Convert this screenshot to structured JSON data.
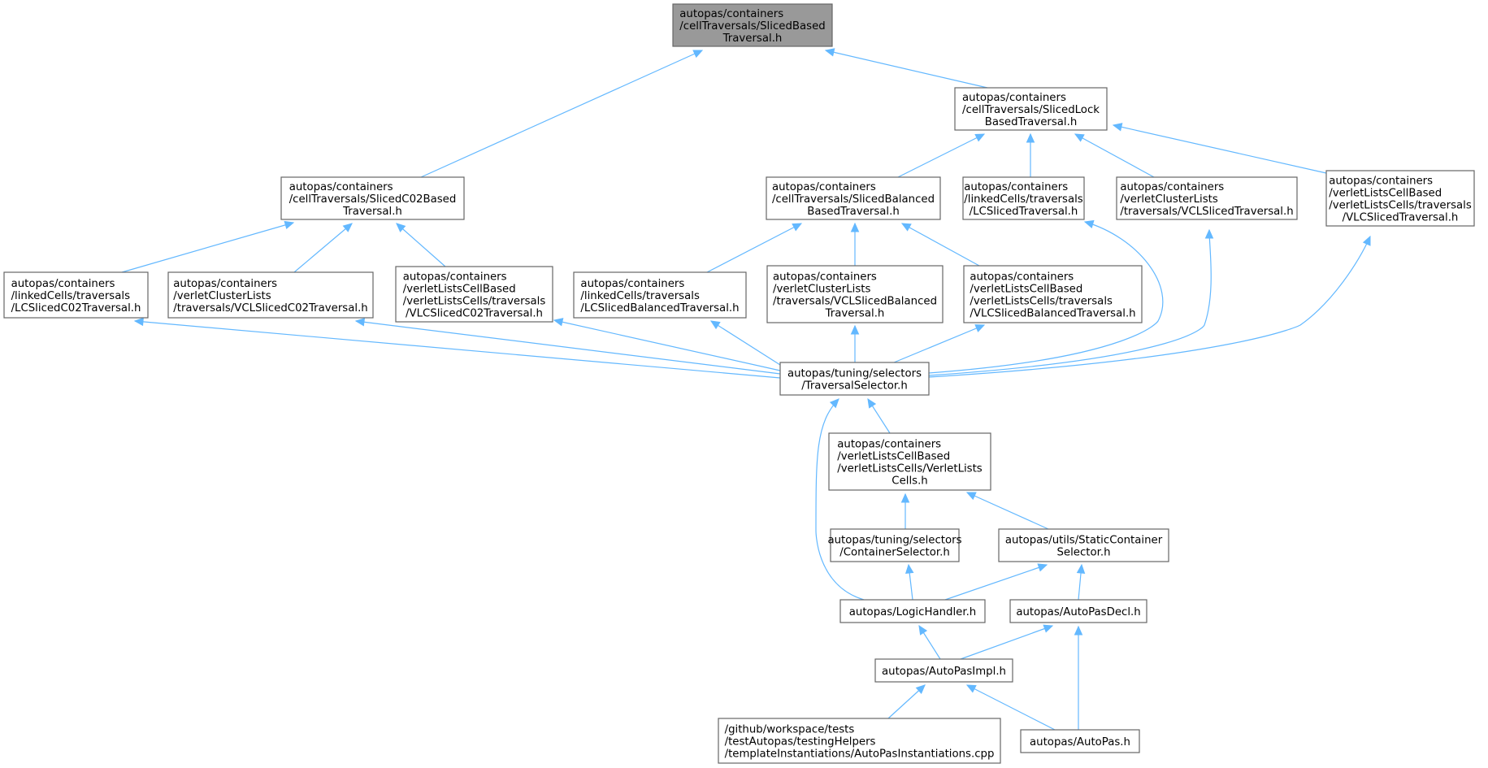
{
  "graph": {
    "nodes": [
      {
        "id": "sliced_based",
        "highlight": true,
        "lines": [
          "autopas/containers",
          "/cellTraversals/SlicedBased",
          "Traversal.h"
        ]
      },
      {
        "id": "sliced_lock",
        "lines": [
          "autopas/containers",
          "/cellTraversals/SlicedLock",
          "BasedTraversal.h"
        ]
      },
      {
        "id": "sliced_c02",
        "lines": [
          "autopas/containers",
          "/cellTraversals/SlicedC02Based",
          "Traversal.h"
        ]
      },
      {
        "id": "sliced_balanced",
        "lines": [
          "autopas/containers",
          "/cellTraversals/SlicedBalanced",
          "BasedTraversal.h"
        ]
      },
      {
        "id": "lc_sliced",
        "lines": [
          "autopas/containers",
          "/linkedCells/traversals",
          "/LCSlicedTraversal.h"
        ]
      },
      {
        "id": "vcl_sliced",
        "lines": [
          "autopas/containers",
          "/verletClusterLists",
          "/traversals/VCLSlicedTraversal.h"
        ]
      },
      {
        "id": "vlc_sliced",
        "lines": [
          "autopas/containers",
          "/verletListsCellBased",
          "/verletListsCells/traversals",
          "/VLCSlicedTraversal.h"
        ]
      },
      {
        "id": "lc_sliced_c02",
        "lines": [
          "autopas/containers",
          "/linkedCells/traversals",
          "/LCSlicedC02Traversal.h"
        ]
      },
      {
        "id": "vcl_sliced_c02",
        "lines": [
          "autopas/containers",
          "/verletClusterLists",
          "/traversals/VCLSlicedC02Traversal.h"
        ]
      },
      {
        "id": "vlc_sliced_c02",
        "lines": [
          "autopas/containers",
          "/verletListsCellBased",
          "/verletListsCells/traversals",
          "/VLCSlicedC02Traversal.h"
        ]
      },
      {
        "id": "lc_sliced_balanced",
        "lines": [
          "autopas/containers",
          "/linkedCells/traversals",
          "/LCSlicedBalancedTraversal.h"
        ]
      },
      {
        "id": "vcl_sliced_balanced",
        "lines": [
          "autopas/containers",
          "/verletClusterLists",
          "/traversals/VCLSlicedBalanced",
          "Traversal.h"
        ]
      },
      {
        "id": "vlc_sliced_balanced",
        "lines": [
          "autopas/containers",
          "/verletListsCellBased",
          "/verletListsCells/traversals",
          "/VLCSlicedBalancedTraversal.h"
        ]
      },
      {
        "id": "traversal_selector",
        "lines": [
          "autopas/tuning/selectors",
          "/TraversalSelector.h"
        ]
      },
      {
        "id": "verlet_lists_cells",
        "lines": [
          "autopas/containers",
          "/verletListsCellBased",
          "/verletListsCells/VerletLists",
          "Cells.h"
        ]
      },
      {
        "id": "container_selector",
        "lines": [
          "autopas/tuning/selectors",
          "/ContainerSelector.h"
        ]
      },
      {
        "id": "static_container_selector",
        "lines": [
          "autopas/utils/StaticContainer",
          "Selector.h"
        ]
      },
      {
        "id": "logic_handler",
        "lines": [
          "autopas/LogicHandler.h"
        ]
      },
      {
        "id": "autopas_decl",
        "lines": [
          "autopas/AutoPasDecl.h"
        ]
      },
      {
        "id": "autopas_impl",
        "lines": [
          "autopas/AutoPasImpl.h"
        ]
      },
      {
        "id": "instantiations",
        "lines": [
          "/github/workspace/tests",
          "/testAutopas/testingHelpers",
          "/templateInstantiations/AutoPasInstantiations.cpp"
        ]
      },
      {
        "id": "autopas_h",
        "lines": [
          "autopas/AutoPas.h"
        ]
      }
    ],
    "edges": [
      {
        "from": "sliced_c02",
        "to": "sliced_based"
      },
      {
        "from": "sliced_lock",
        "to": "sliced_based"
      },
      {
        "from": "sliced_balanced",
        "to": "sliced_lock"
      },
      {
        "from": "lc_sliced",
        "to": "sliced_lock"
      },
      {
        "from": "vcl_sliced",
        "to": "sliced_lock"
      },
      {
        "from": "vlc_sliced",
        "to": "sliced_lock"
      },
      {
        "from": "lc_sliced_c02",
        "to": "sliced_c02"
      },
      {
        "from": "vcl_sliced_c02",
        "to": "sliced_c02"
      },
      {
        "from": "vlc_sliced_c02",
        "to": "sliced_c02"
      },
      {
        "from": "lc_sliced_balanced",
        "to": "sliced_balanced"
      },
      {
        "from": "vcl_sliced_balanced",
        "to": "sliced_balanced"
      },
      {
        "from": "vlc_sliced_balanced",
        "to": "sliced_balanced"
      },
      {
        "from": "traversal_selector",
        "to": "lc_sliced_c02"
      },
      {
        "from": "traversal_selector",
        "to": "vcl_sliced_c02"
      },
      {
        "from": "traversal_selector",
        "to": "vlc_sliced_c02"
      },
      {
        "from": "traversal_selector",
        "to": "lc_sliced_balanced"
      },
      {
        "from": "traversal_selector",
        "to": "vcl_sliced_balanced"
      },
      {
        "from": "traversal_selector",
        "to": "vlc_sliced_balanced"
      },
      {
        "from": "traversal_selector",
        "to": "lc_sliced"
      },
      {
        "from": "traversal_selector",
        "to": "vcl_sliced"
      },
      {
        "from": "traversal_selector",
        "to": "vlc_sliced"
      },
      {
        "from": "verlet_lists_cells",
        "to": "traversal_selector"
      },
      {
        "from": "logic_handler",
        "to": "traversal_selector"
      },
      {
        "from": "container_selector",
        "to": "verlet_lists_cells"
      },
      {
        "from": "static_container_selector",
        "to": "verlet_lists_cells"
      },
      {
        "from": "logic_handler",
        "to": "container_selector"
      },
      {
        "from": "logic_handler",
        "to": "static_container_selector"
      },
      {
        "from": "autopas_decl",
        "to": "static_container_selector"
      },
      {
        "from": "autopas_impl",
        "to": "logic_handler"
      },
      {
        "from": "autopas_impl",
        "to": "autopas_decl"
      },
      {
        "from": "autopas_h",
        "to": "autopas_decl"
      },
      {
        "from": "instantiations",
        "to": "autopas_impl"
      },
      {
        "from": "autopas_h",
        "to": "autopas_impl"
      }
    ]
  }
}
